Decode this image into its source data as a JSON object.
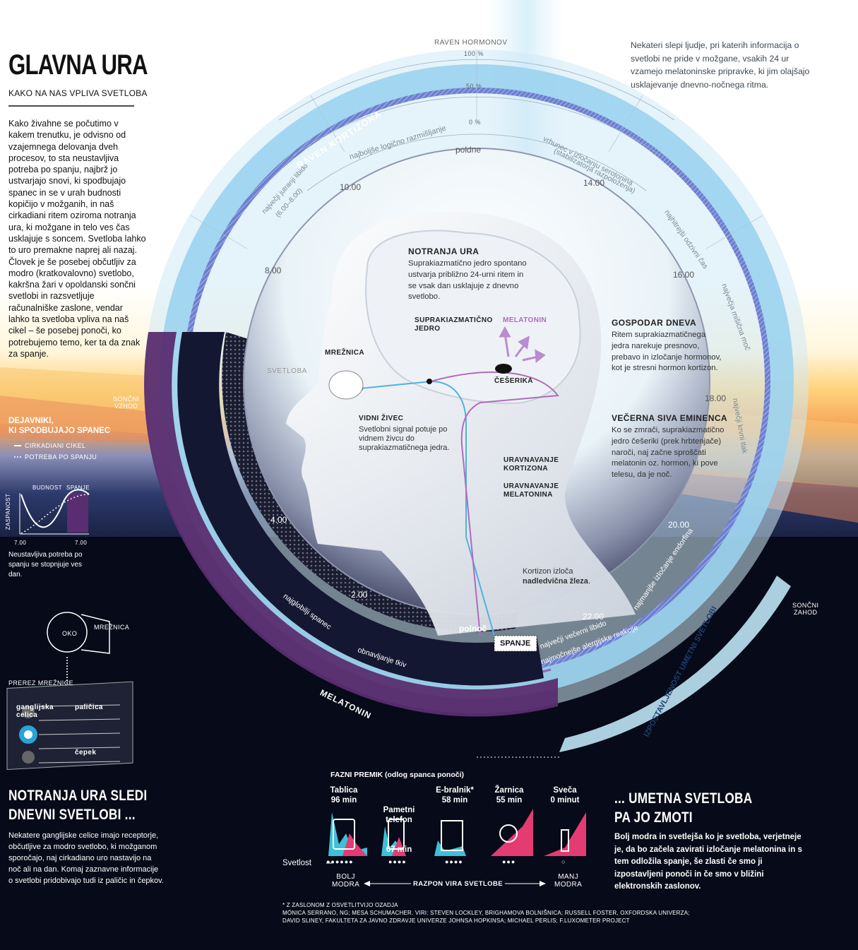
{
  "header": {
    "title": "GLAVNA URA",
    "subtitle": "KAKO NA NAS VPLIVA SVETLOBA"
  },
  "intro_text": "Kako živahne se počutimo v kakem trenutku, je odvisno od vzajemnega delovanja dveh procesov, to sta neustavljiva potreba po spanju, najbrž jo ustvarjajo snovi, ki spodbujajo spanec in se v urah budnosti kopičijo v možganih, in naš cirkadiani ritem oziroma notranja ura, ki možgane in telo ves čas usklajuje s soncem. Svetloba lahko to uro premakne naprej ali nazaj. Človek je še posebej občutljiv za modro (kratkovalovno) svetlobo, kakršna žari v opoldanski sončni svetlobi in razsvetljuje računalniške zaslone, vendar lahko ta svetloba vpliva na naš cikel – še posebej ponoči, ko potrebujemo temo, ker ta da znak za spanje.",
  "top_note": "Nekateri slepi ljudje, pri katerih informacija o svetlobi ne pride v možgane, vsakih 24 ur vzamejo melatoninske pripravke, ki jim olajšajo usklajevanje dnevno-nočnega ritma.",
  "hormone_scale": {
    "label": "RAVEN HORMONOV",
    "ticks": [
      "100 %",
      "50 %",
      "0 %"
    ]
  },
  "clock_labels": {
    "noon": "poldne",
    "midnight": "polnoč",
    "h10": "10.00",
    "h14": "14.00",
    "h8": "8.00",
    "h16": "16.00",
    "h18": "18.00",
    "h4": "4.00",
    "h20": "20.00",
    "h2": "2.00",
    "h22": "22.00"
  },
  "ring_text": {
    "cortisol": "RAVEN KORTIZONA",
    "melatonin": "MELATONIN",
    "best_thinking": "najboljše logično razmišljanje",
    "morning_libido": "največji jutranji libido",
    "morning_libido_range": "(6.00–8.00)",
    "serotonin_peak": "vrhunec v izločanju serotonina",
    "serotonin_sub": "(stabilizatorja razpoloženja)",
    "reaction": "najhitrejši odzivni čas",
    "muscle": "največja mišična moč",
    "blood_pressure": "največji krvni tlak",
    "deepest_sleep": "najglobilji spanec",
    "tissue": "obnavljanje tkiv",
    "evening_libido": "največji večerni libido",
    "allergic": "najmočnejše alergijske reakcije",
    "endorphin": "najmanjše izločanje endorfina",
    "artificial": "IZPOSTAVLJENOST UMETNI SVETLOBI",
    "sleep_tag": "SPANJE"
  },
  "sun": {
    "sunrise": "SONČNI\nVZHOD",
    "sunset": "SONČNI\nZAHOD"
  },
  "head_labels": {
    "light": "SVETLOBA",
    "retina": "MREŽNICA",
    "scn": "SUPRAKIAZMATIČNO\nJEDRO",
    "melatonin": "MELATONIN",
    "pineal": "ČEŠERIKA",
    "optic_title": "VIDNI ŽIVEC",
    "optic_body": "Svetlobni signal potuje po vidnem živcu do suprakiazmatičnega jedra.",
    "cortisol_reg": "URAVNAVANJE\nKORTIZONA",
    "melatonin_reg": "URAVNAVANJE\nMELATONINA",
    "adrenal_1": "Kortizon izloča",
    "adrenal_2": "nadledvična žleza",
    "adrenal_3": "."
  },
  "inner_clock": {
    "title": "NOTRANJA URA",
    "body": "Suprakiazmatično jedro spontano ustvarja približno 24-urni ritem in se vsak dan usklajuje z dnevno svetlobo."
  },
  "master_day": {
    "title": "GOSPODAR DNEVA",
    "body": "Ritem suprakiazmatičnega jedra narekuje presnovo, prebavo in izločanje hormonov, kot je stresni hormon kortizon."
  },
  "grey_eminence": {
    "title": "VEČERNA SIVA EMINENCA",
    "body": "Ko se zmrači, suprakiazmatično jedro češeriki (prek hrbtenjače) naroči, naj začne sproščati melatonin oz. hormon, ki pove telesu, da je noč."
  },
  "factors": {
    "title": "DEJAVNIKI,\nKI SPODBUJAJO SPANEC",
    "legend_cycle": "CIRKADIANI CIKEL",
    "legend_need": "POTREBA PO SPANJU",
    "awake": "BUDNOST",
    "sleep": "SPANJE",
    "ylabel": "ZASPANOST",
    "x1": "7.00",
    "x2": "7.00",
    "caption": "Neustavljiva potreba po spanju se stopnjuje ves dan."
  },
  "eye": {
    "eye_label": "OKO",
    "retina_label": "MREŽNICA",
    "cross_section": "PREREZ MREŽNICE",
    "ganglion": "ganglijska\ncelica",
    "rods": "paličica",
    "cones": "čepek"
  },
  "bottom_left": {
    "heading": "NOTRANJA URA SLEDI\nDNEVNI SVETLOBI ...",
    "body": "Nekatere ganglijske celice imajo receptorje, občutljive za modro svetlobo, ki možganom sporočajo, naj cirkadiano uro nastavijo na noč ali na dan. Komaj zaznavne informacije o svetlobi pridobivajo tudi iz paličic in čepkov."
  },
  "devices": {
    "title": "FAZNI PREMIK (odlog spanca ponoči)",
    "items": [
      {
        "name": "Tablica",
        "time": "96 min",
        "dots": "●●●●●●"
      },
      {
        "name": "Pametni\ntelefon",
        "time": "67 min",
        "dots": "●●●●"
      },
      {
        "name": "E-bralnik*",
        "time": "58 min",
        "dots": "●●●●"
      },
      {
        "name": "Žarnica",
        "time": "55 min",
        "dots": "●●●"
      },
      {
        "name": "Sveča",
        "time": "0 minut",
        "dots": "○"
      }
    ],
    "brightness": "Svetlost",
    "more_blue": "BOLJ\nMODRA",
    "less_blue": "MANJ\nMODRA",
    "range": "RAZPON VIRA SVETLOBE"
  },
  "bottom_right": {
    "heading": "... UMETNA SVETLOBA\nPA JO ZMOTI",
    "body": "Bolj modra in svetlejša ko je svetloba, verjetneje je, da bo začela zavirati izločanje melatonina in s tem odložila spanje, še zlasti če smo ji izpostavljeni ponoči in če smo v bližini elektronskih zaslonov."
  },
  "sources": {
    "note": "* Z ZASLONOM Z OSVETLITVIJO OZADJA",
    "credits": "MÓNICA SERRANO, NG; MESA SCHUMACHER. VIRI: STEVEN LOCKLEY, BRIGHAMOVA BOLNIŠNICA; RUSSELL FOSTER, OXFORDSKA UNIVERZA; DAVID SLINEY, FAKULTETA ZA JAVNO ZDRAVJE UNIVERZE JOHNSA HOPKINSA; MICHAEL PERLIS; F.LUXOMETER PROJECT"
  }
}
